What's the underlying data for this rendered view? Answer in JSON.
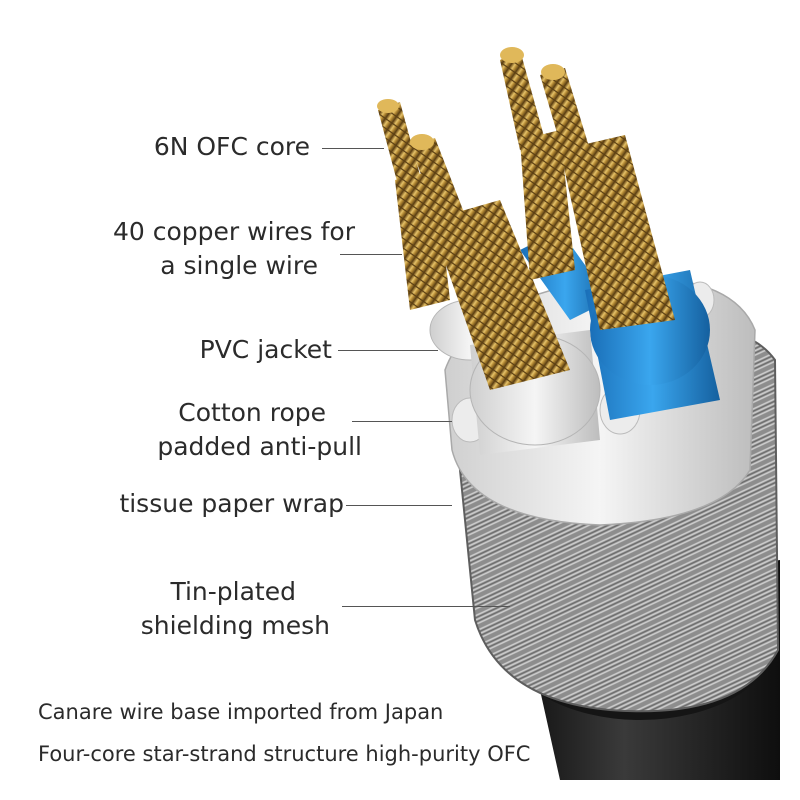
{
  "labels": {
    "core": "6N OFC core",
    "copper_line1": "40 copper wires for",
    "copper_line2": "a single wire",
    "pvc": "PVC jacket",
    "cotton_line1": "Cotton rope",
    "cotton_line2": "padded anti-pull",
    "tissue": "tissue paper wrap",
    "tin_line1": "Tin-plated",
    "tin_line2": "shielding mesh"
  },
  "captions": {
    "line1": "Canare wire base imported from Japan",
    "line2": "Four-core star-strand structure high-purity OFC"
  },
  "colors": {
    "copper": "#c9a24a",
    "blue_insulation": "#2a8fd8",
    "white_insulation": "#e6e6e6",
    "shield_mesh": "#9a9a9a",
    "outer_jacket": "#1c1c1c"
  }
}
